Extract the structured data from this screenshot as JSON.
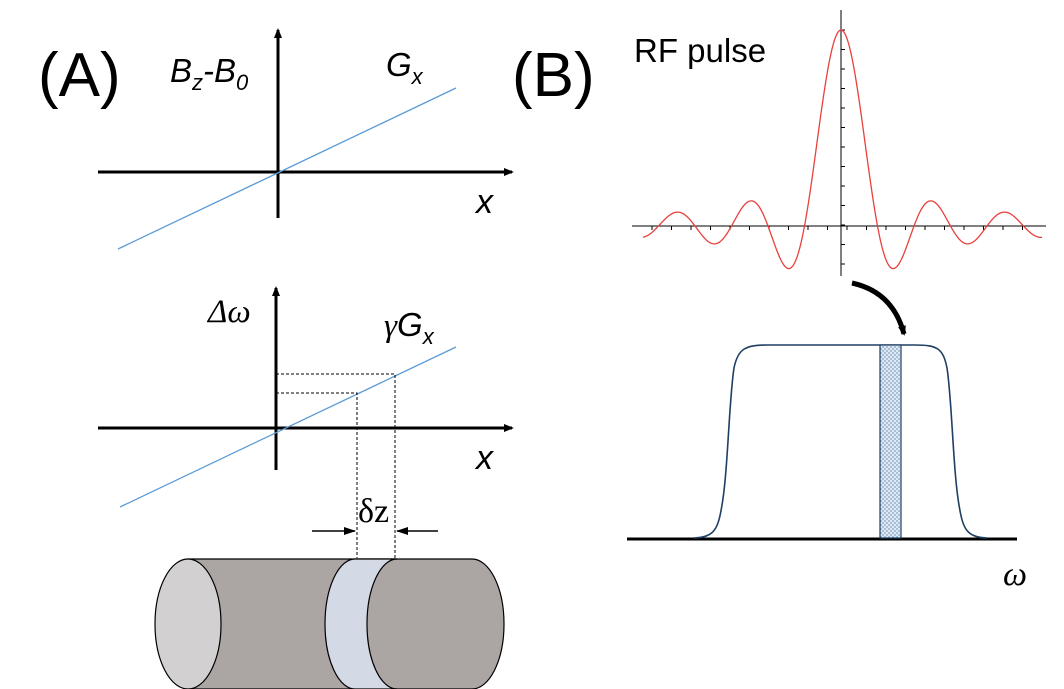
{
  "panel_a": {
    "label": "(A)",
    "top_plot": {
      "ylabel_main": "B",
      "ylabel_sub1": "z",
      "ylabel_mid": "-B",
      "ylabel_sub2": "0",
      "line_label": "G",
      "line_label_sub": "x",
      "xlabel": "x"
    },
    "bottom_plot": {
      "ylabel": "Δω",
      "line_label_prefix": "γ",
      "line_label": "G",
      "line_label_sub": "x",
      "xlabel": "x"
    },
    "slice_label": "δz"
  },
  "panel_b": {
    "label": "(B)",
    "pulse_title": "RF pulse",
    "xlabel": "ω"
  },
  "colors": {
    "gradient_line": "#5b9bd5",
    "rf_pulse": "#e8413c",
    "profile": "#1f3f63",
    "cylinder_body": "#aba6a4",
    "cylinder_end": "#d2d0d0",
    "slice": "#d3dae6"
  }
}
